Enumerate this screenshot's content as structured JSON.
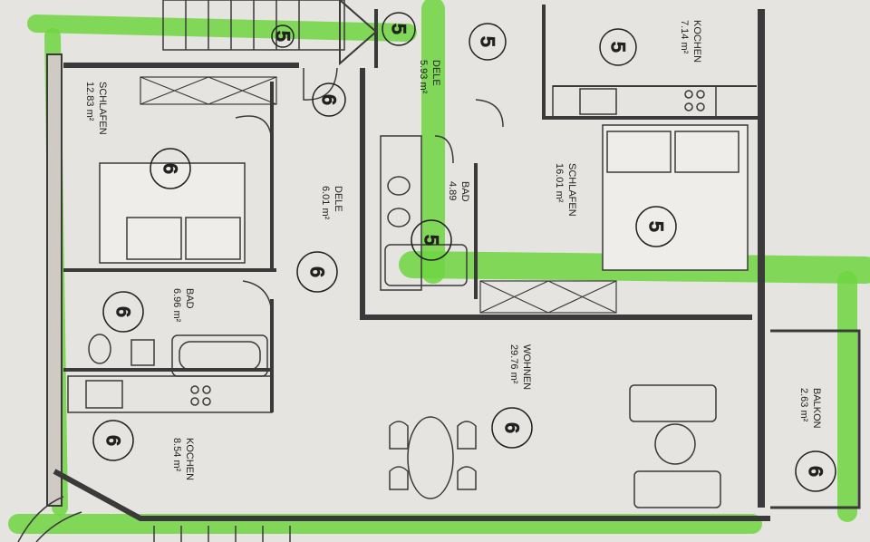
{
  "colors": {
    "paper": "#e6e4e0",
    "wall": "#3a3a3a",
    "highlight": "#6fd640"
  },
  "rooms": [
    {
      "id": "kochen-top",
      "name": "KOCHEN",
      "area": "7.14 m²",
      "unit": "5"
    },
    {
      "id": "dele-top",
      "name": "DELE",
      "area": "5.93 m²",
      "unit": "5"
    },
    {
      "id": "schlafen-right",
      "name": "SCHLAFEN",
      "area": "16.01 m²",
      "unit": "5"
    },
    {
      "id": "bad-top",
      "name": "BAD",
      "area": "4.89",
      "unit": "5"
    },
    {
      "id": "schlafen-left",
      "name": "SCHLAFEN",
      "area": "12.83 m²",
      "unit": "6"
    },
    {
      "id": "dele-left",
      "name": "DELE",
      "area": "6.01 m²",
      "unit": "6"
    },
    {
      "id": "bad-left",
      "name": "BAD",
      "area": "6.96 m²",
      "unit": "6"
    },
    {
      "id": "kochen-left",
      "name": "KOCHEN",
      "area": "8.54 m²",
      "unit": "6"
    },
    {
      "id": "wohnen",
      "name": "WOHNEN",
      "area": "29.76 m²",
      "unit": "6"
    },
    {
      "id": "balkon",
      "name": "BALKON",
      "area": "2.63 m²",
      "unit": "6"
    }
  ],
  "extra_unit_markers": [
    "5",
    "5",
    "6"
  ]
}
